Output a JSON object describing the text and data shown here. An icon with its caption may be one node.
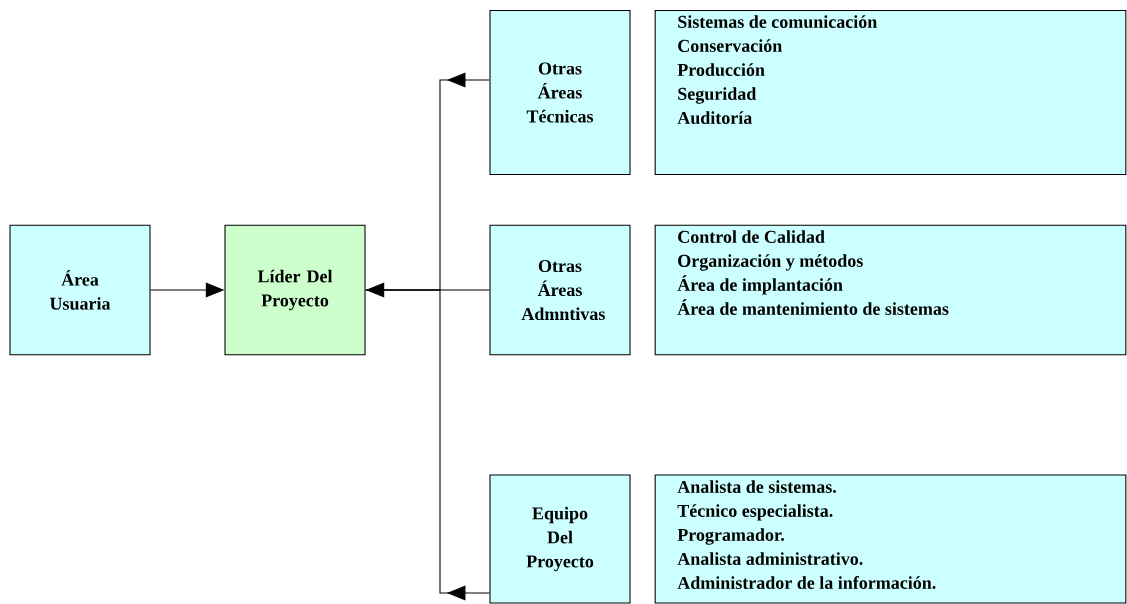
{
  "diagram": {
    "nodes": [
      {
        "text": [
          "Área Usuaria"
        ]
      },
      {
        "text": [
          "Líder Del Proyecto"
        ]
      },
      {
        "text": [
          "Otras Áreas Técnicas"
        ]
      },
      {
        "text": [
          "Sistemas de comunicación",
          "Conservación",
          "Producción",
          "Seguridad",
          "Auditoría"
        ]
      },
      {
        "text": [
          "Otras Áreas Admntivas"
        ]
      },
      {
        "text": [
          "Control de Calidad",
          "Organización y métodos",
          "Área de implantación",
          "Área de mantenimiento de sistemas"
        ]
      },
      {
        "text": [
          "Equipo Del Proyecto"
        ]
      },
      {
        "text": [
          "Analista de sistemas.",
          "Técnico especialista.",
          "Programador.",
          "Analista administrativo.",
          "Administrador de la información."
        ]
      }
    ],
    "edges": [
      {
        "from": 0,
        "to": 1,
        "arrow": "to"
      },
      {
        "from": 2,
        "to": 1,
        "arrow": "to"
      },
      {
        "from": 4,
        "to": 1,
        "arrow": "to"
      },
      {
        "from": 6,
        "to": 1,
        "arrow": "to"
      }
    ]
  }
}
